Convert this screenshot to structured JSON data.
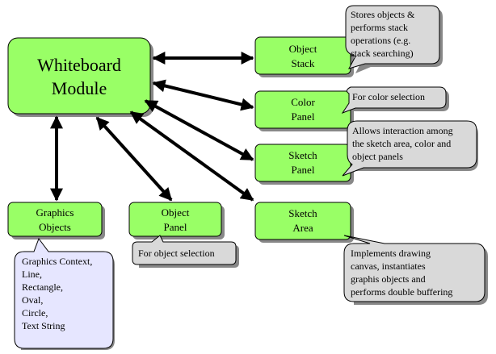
{
  "colors": {
    "module_fill": "#99ff66",
    "callout_fill": "#d9d9d9",
    "graphics_callout_fill": "#e6e6ff",
    "stroke": "#000000"
  },
  "main": {
    "title_line1": "Whiteboard",
    "title_line2": "Module"
  },
  "modules": {
    "object_stack": {
      "line1": "Object",
      "line2": "Stack"
    },
    "color_panel": {
      "line1": "Color",
      "line2": "Panel"
    },
    "sketch_panel": {
      "line1": "Sketch",
      "line2": "Panel"
    },
    "sketch_area": {
      "line1": "Sketch",
      "line2": "Area"
    },
    "graphics_objects": {
      "line1": "Graphics",
      "line2": "Objects"
    },
    "object_panel": {
      "line1": "Object",
      "line2": "Panel"
    }
  },
  "callouts": {
    "object_stack": [
      "Stores objects &",
      "performs stack",
      "operations (e.g.",
      "stack searching)"
    ],
    "color_panel": [
      "For color selection"
    ],
    "sketch_panel": [
      "Allows interaction among",
      "the sketch area, color and",
      "object panels"
    ],
    "sketch_area": [
      "Implements drawing",
      "canvas, instantiates",
      "graphis objects and",
      "performs double buffering"
    ],
    "object_panel": [
      "For object selection"
    ],
    "graphics_objects": [
      "Graphics Context,",
      "Line,",
      "Rectangle,",
      "Oval,",
      "Circle,",
      "Text String"
    ]
  }
}
